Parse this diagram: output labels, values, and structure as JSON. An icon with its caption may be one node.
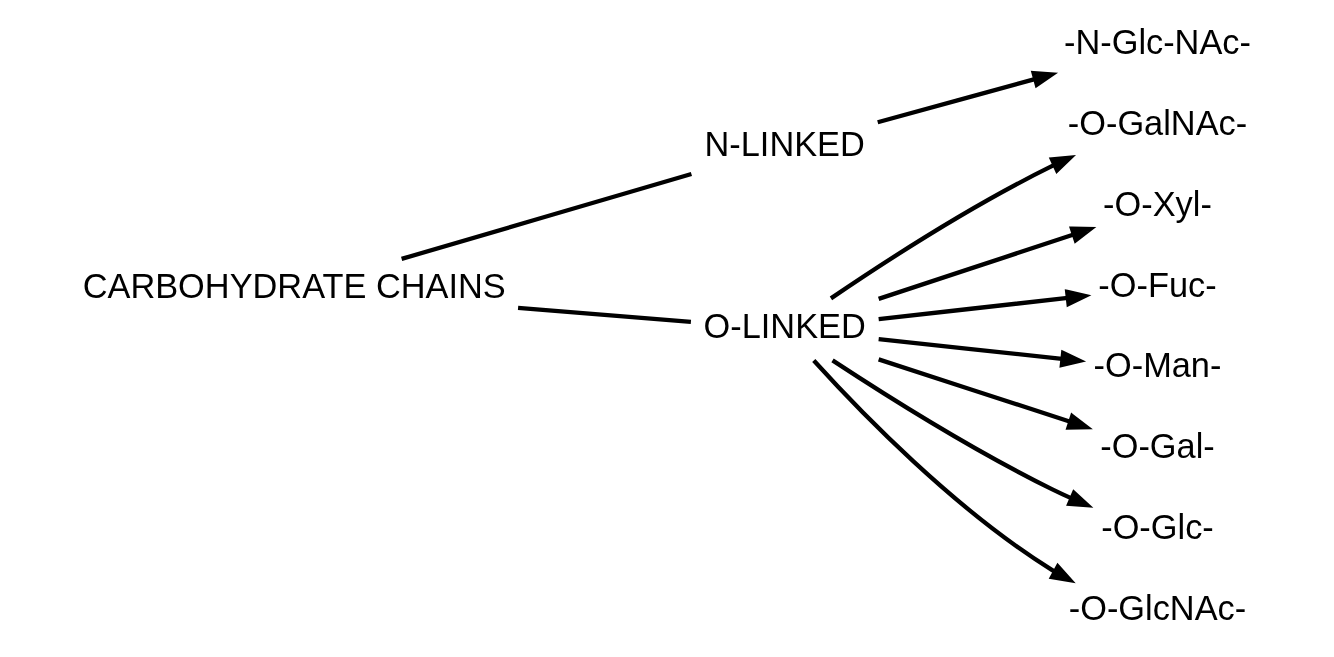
{
  "diagram": {
    "nodes": [
      {
        "text": [
          "CARBOHYDRATE CHAINS"
        ]
      },
      {
        "text": [
          "N-LINKED"
        ]
      },
      {
        "text": [
          "O-LINKED"
        ]
      },
      {
        "text": [
          "-N-Glc-NAc-"
        ]
      },
      {
        "text": [
          "-O-GalNAc-"
        ]
      },
      {
        "text": [
          "-O-Xyl-"
        ]
      },
      {
        "text": [
          "-O-Fuc-"
        ]
      },
      {
        "text": [
          "-O-Man-"
        ]
      },
      {
        "text": [
          "-O-Gal-"
        ]
      },
      {
        "text": [
          "-O-Glc-"
        ]
      },
      {
        "text": [
          "-O-GlcNAc-"
        ]
      }
    ],
    "edges": [
      {
        "from": 0,
        "to": 1,
        "arrow": "none"
      },
      {
        "from": 0,
        "to": 2,
        "arrow": "none"
      },
      {
        "from": 1,
        "to": 3,
        "arrow": "to"
      },
      {
        "from": 2,
        "to": 4,
        "arrow": "to"
      },
      {
        "from": 2,
        "to": 5,
        "arrow": "to"
      },
      {
        "from": 2,
        "to": 6,
        "arrow": "to"
      },
      {
        "from": 2,
        "to": 7,
        "arrow": "to"
      },
      {
        "from": 2,
        "to": 8,
        "arrow": "to"
      },
      {
        "from": 2,
        "to": 9,
        "arrow": "to"
      },
      {
        "from": 2,
        "to": 10,
        "arrow": "to"
      }
    ]
  }
}
